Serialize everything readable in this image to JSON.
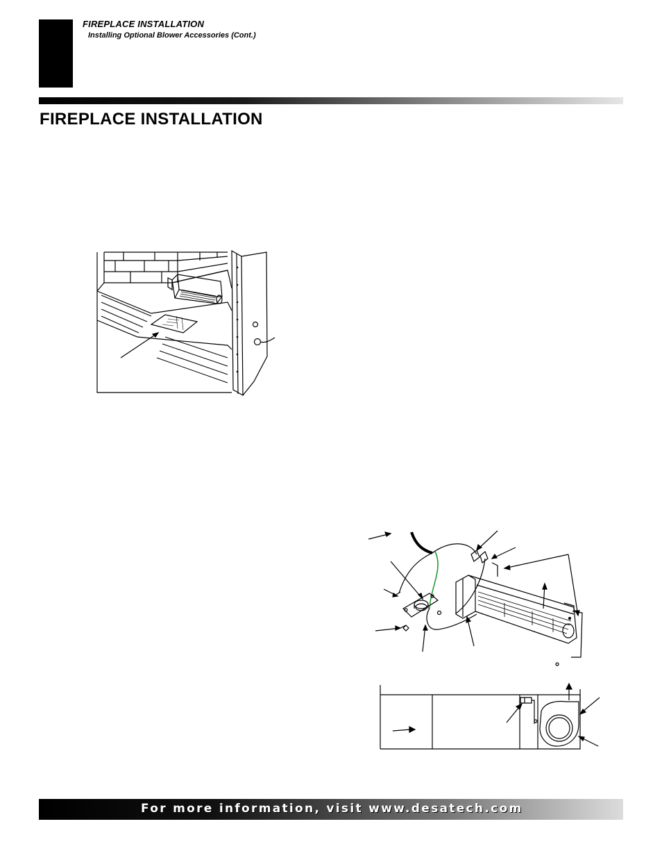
{
  "header": {
    "section": "FIREPLACE INSTALLATION",
    "subsection": "Installing Optional Blower Accessories (Cont.)"
  },
  "page_title": "FIREPLACE INSTALLATION",
  "footer": {
    "text": "For more information, visit www.desatech.com"
  }
}
